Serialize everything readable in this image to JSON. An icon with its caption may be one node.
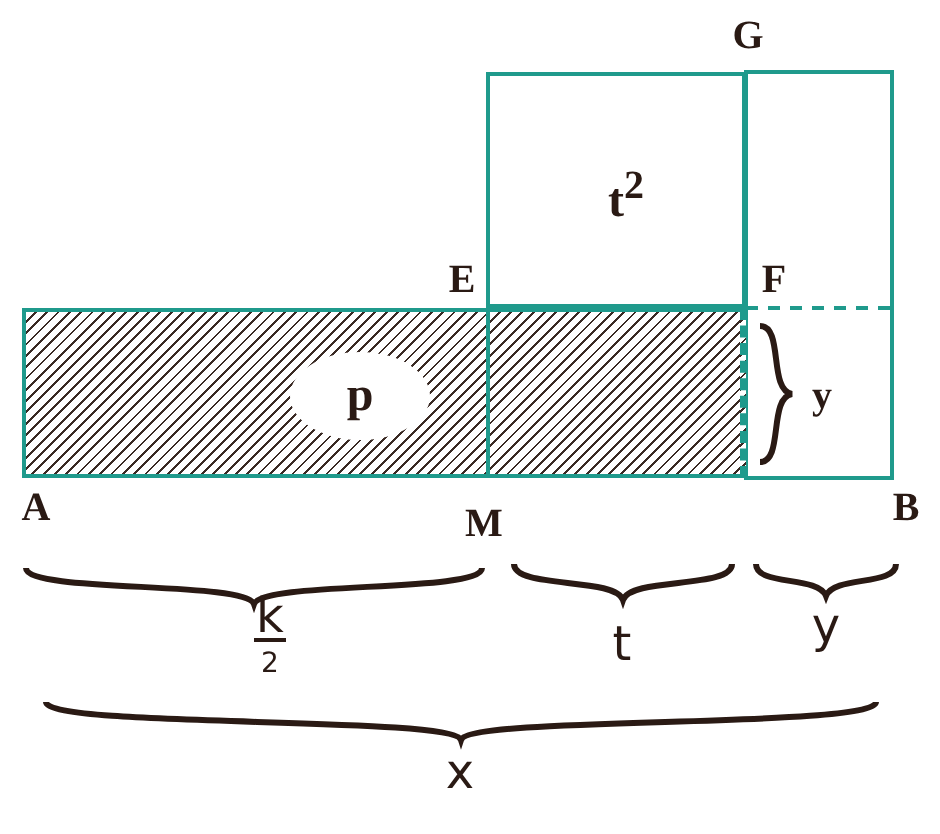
{
  "diagram": {
    "nodes": [
      {
        "text": [
          "p"
        ]
      },
      {
        "text": [
          "t$^{2}$"
        ]
      }
    ],
    "edges": [],
    "labels": [
      "G",
      "E",
      "F",
      "y",
      "A",
      "M",
      "B",
      "k",
      "2",
      "t",
      "y",
      "x"
    ]
  }
}
